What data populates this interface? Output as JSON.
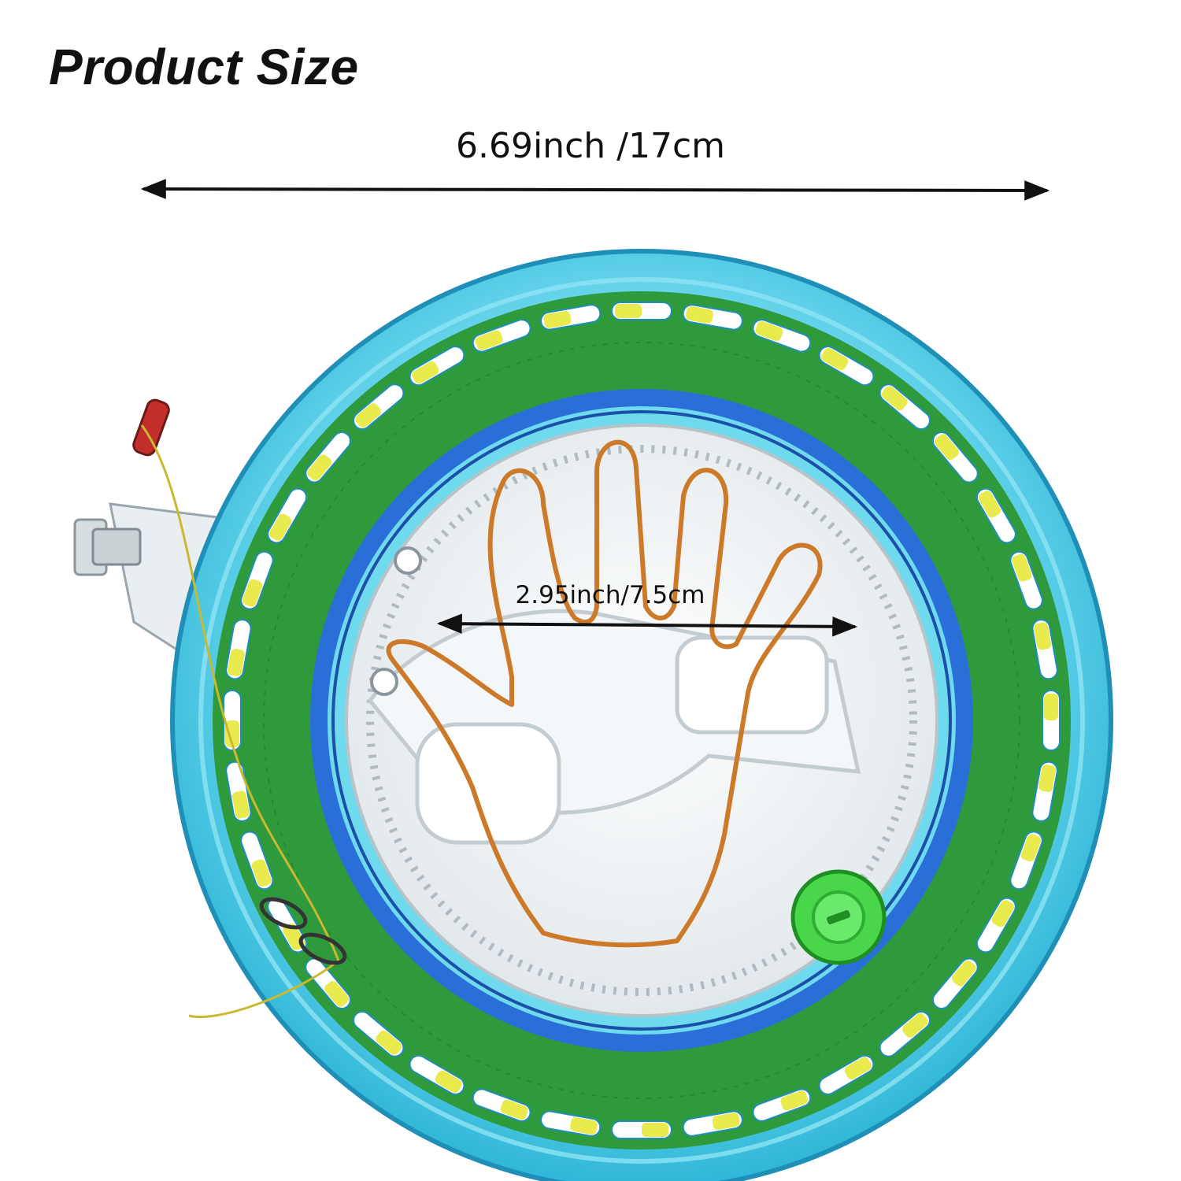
{
  "title": "Product Size",
  "dimensions": {
    "outer_diameter": "6.69inch /17cm",
    "inner_diameter": "2.95inch/7.5cm"
  },
  "colors": {
    "rim": "#3ec6e0",
    "rim_dark": "#1f8fb8",
    "line_spool": "#2f9a3c",
    "slot_highlight": "#e6e83a",
    "hub_ring": "#2a6fd8",
    "hand_outline": "#cc7a2a",
    "knob": "#49d64a",
    "arrow": "#111111"
  },
  "icons": [
    "kite-reel",
    "hand-outline",
    "winding-knob",
    "dimension-arrow"
  ]
}
